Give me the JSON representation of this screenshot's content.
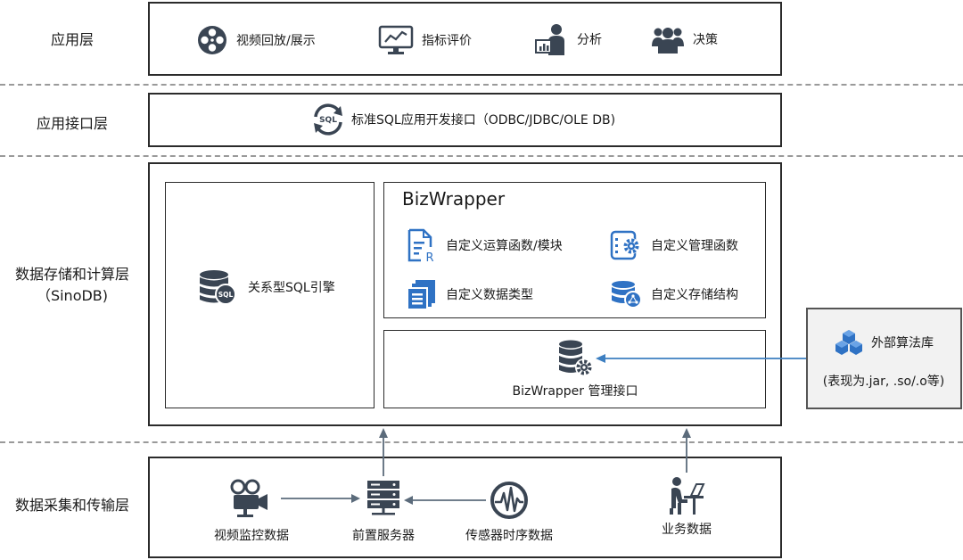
{
  "layers": {
    "application": {
      "label": "应用层",
      "items": [
        {
          "label": "视频回放/展示",
          "icon": "film-reel-icon"
        },
        {
          "label": "指标评价",
          "icon": "monitor-chart-icon"
        },
        {
          "label": "分析",
          "icon": "presenter-icon"
        },
        {
          "label": "决策",
          "icon": "group-icon"
        }
      ]
    },
    "interface": {
      "label": "应用接口层",
      "item": {
        "label": "标准SQL应用开发接口（ODBC/JDBC/OLE DB)",
        "icon": "sql-sync-icon"
      }
    },
    "storage": {
      "label_line1": "数据存储和计算层",
      "label_line2": "（SinoDB)",
      "sql_engine": {
        "label": "关系型SQL引擎",
        "icon": "database-sql-icon"
      },
      "bizwrapper": {
        "title": "BizWrapper",
        "features": [
          {
            "label": "自定义运算函数/模块",
            "icon": "document-r-icon"
          },
          {
            "label": "自定义管理函数",
            "icon": "settings-list-icon"
          },
          {
            "label": "自定义数据类型",
            "icon": "stacked-docs-icon"
          },
          {
            "label": "自定义存储结构",
            "icon": "database-network-icon"
          }
        ],
        "mgmt": {
          "label": "BizWrapper 管理接口",
          "icon": "database-gear-icon"
        }
      }
    },
    "collection": {
      "label": "数据采集和传输层",
      "items": [
        {
          "label": "视频监控数据",
          "icon": "video-camera-icon"
        },
        {
          "label": "前置服务器",
          "icon": "server-icon"
        },
        {
          "label": "传感器时序数据",
          "icon": "waveform-icon"
        },
        {
          "label": "业务数据",
          "icon": "desk-worker-icon"
        }
      ]
    }
  },
  "external": {
    "title": "外部算法库",
    "subtitle": "(表现为.jar, .so/.o等)",
    "icon": "cubes-icon"
  },
  "colors": {
    "icon": "#3a4553",
    "accent_blue": "#2f72c4",
    "arrow_blue": "#3d7fc1",
    "arrow_gray": "#5b6b7b",
    "dash": "#9a9a9a",
    "external_bg": "#f2f2f2"
  }
}
